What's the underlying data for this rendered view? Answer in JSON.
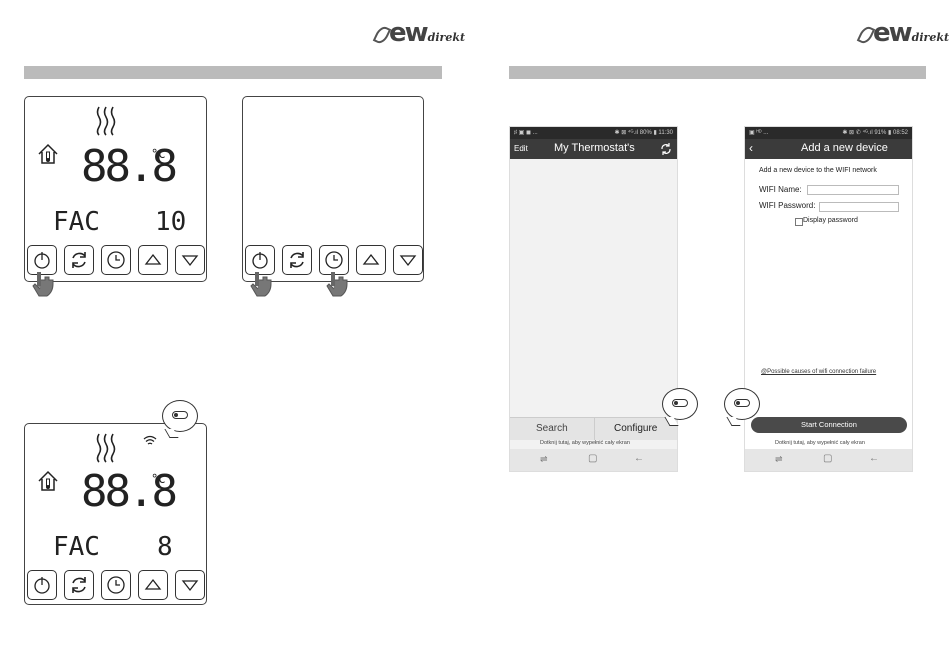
{
  "brand": {
    "logo_main": "ew",
    "logo_sub": "direkt"
  },
  "thermostat_display": {
    "temp_digits": "88.8",
    "unit": "°C",
    "mode_text": "FAC",
    "value_top": "10",
    "value_bottom": "8"
  },
  "icons": {
    "buttons": [
      "power-icon",
      "cycle-icon",
      "clock-icon",
      "up-arrow-icon",
      "down-arrow-icon"
    ],
    "heat": "heat-waves-icon",
    "home": "house-thermometer-icon",
    "wifi": "wifi-icon",
    "hand": "pointing-hand-icon"
  },
  "phone_list": {
    "status_left": "♯ ▣ ◼ ...",
    "status_right": "✱ ⊠ ⁴ᴳ.ıl 80% ▮ 11:30",
    "edit": "Edit",
    "title": "My Thermostat's",
    "search": "Search",
    "configure": "Configure",
    "fullscreen_hint": "Dotknij tutaj, aby wypełnić cały ekran"
  },
  "phone_add": {
    "status_left": "▣ ᴴᴰ ...",
    "status_right": "✱ ⊠ ✆ ⁴ᴳ.ıl 91% ▮ 08:52",
    "title": "Add a new device",
    "subtitle": "Add a new device to the WIFI network",
    "wifi_name_label": "WIFI Name:",
    "wifi_password_label": "WIFI Password:",
    "display_password": "Display password",
    "help_link": "@Possible causes of wifi connection failure",
    "start_connection": "Start Connection",
    "fullscreen_hint": "Dotknij tutaj, aby wypełnić cały ekran"
  },
  "colors": {
    "bar": "#bbbbbb",
    "phone_header": "#3b3b3b",
    "start_button": "#4a4a4a"
  }
}
